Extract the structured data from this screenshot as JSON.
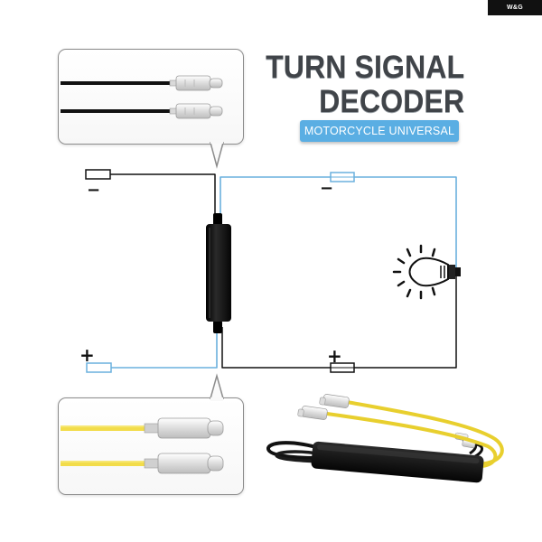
{
  "brand": {
    "logo_text": "W&G"
  },
  "title": {
    "line1": "TURN SIGNAL",
    "line2": "DECODER"
  },
  "badge": {
    "label": "MOTORCYCLE UNIVERSAL"
  },
  "diagram": {
    "top_left_polarity": "−",
    "top_right_polarity": "−",
    "bottom_left_polarity": "+",
    "bottom_right_polarity": "+"
  },
  "colors": {
    "title": "#404449",
    "badge": "#5aaee3",
    "blue_wire": "#6ab0de",
    "black_wire": "#111111",
    "yellow_wire": "#f2dc4a"
  },
  "icons": [
    "bulb-icon",
    "decoder-box",
    "bullet-connector"
  ]
}
